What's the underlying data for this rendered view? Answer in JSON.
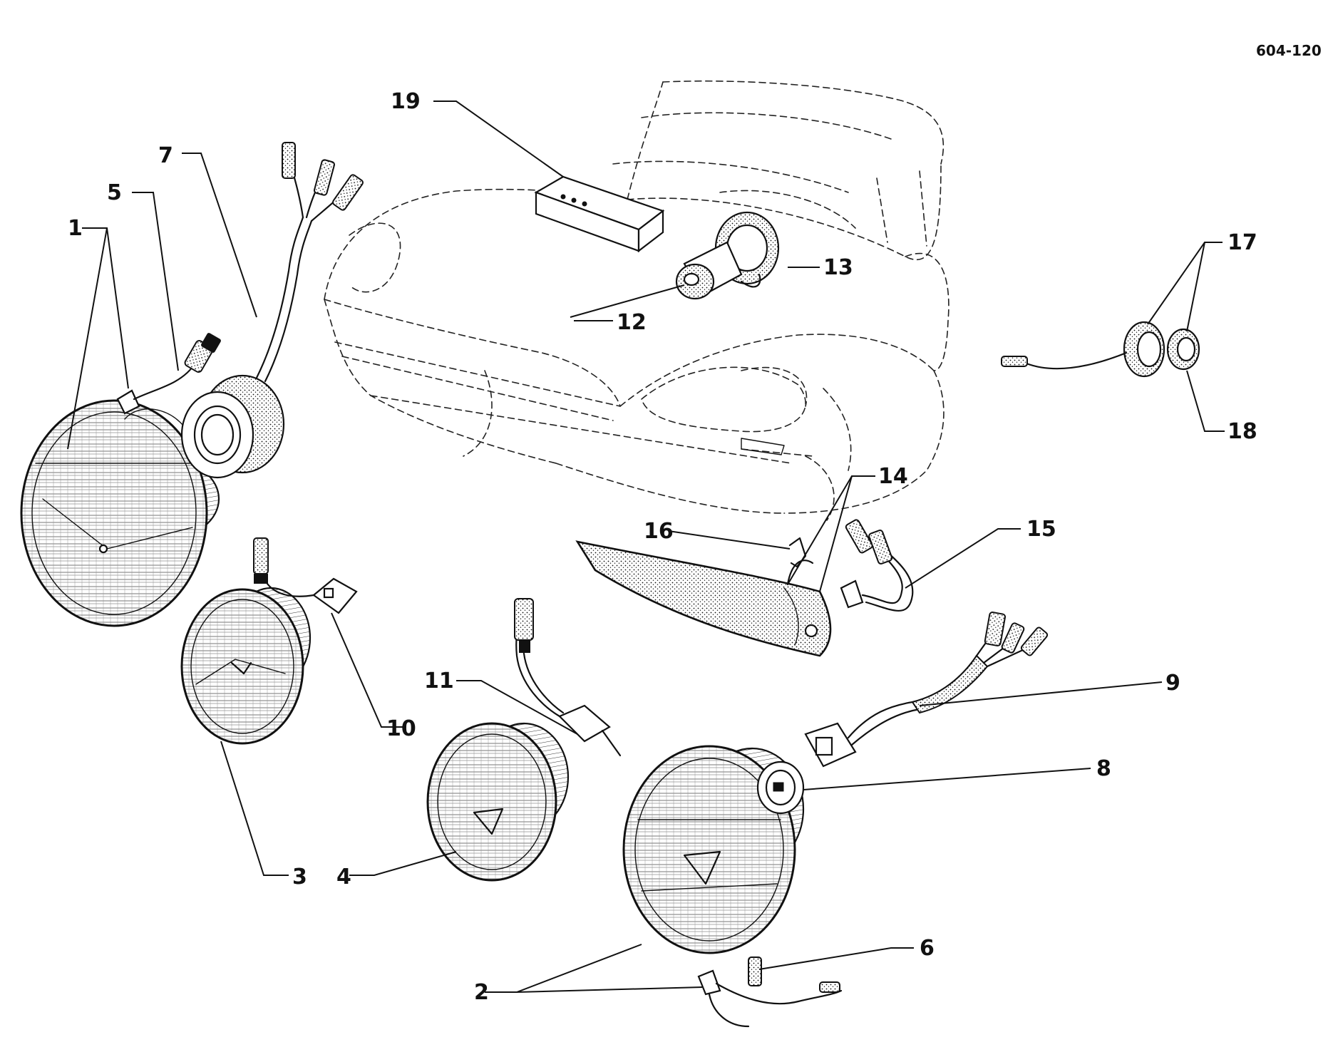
{
  "figure": {
    "code": "604-120"
  },
  "callouts": {
    "c1": "1",
    "c2": "2",
    "c3": "3",
    "c4": "4",
    "c5": "5",
    "c6": "6",
    "c7": "7",
    "c8": "8",
    "c9": "9",
    "c10": "10",
    "c11": "11",
    "c12": "12",
    "c13": "13",
    "c14": "14",
    "c15": "15",
    "c16": "16",
    "c17": "17",
    "c18": "18",
    "c19": "19"
  },
  "colors": {
    "ink": "#111111",
    "paper": "#ffffff"
  }
}
